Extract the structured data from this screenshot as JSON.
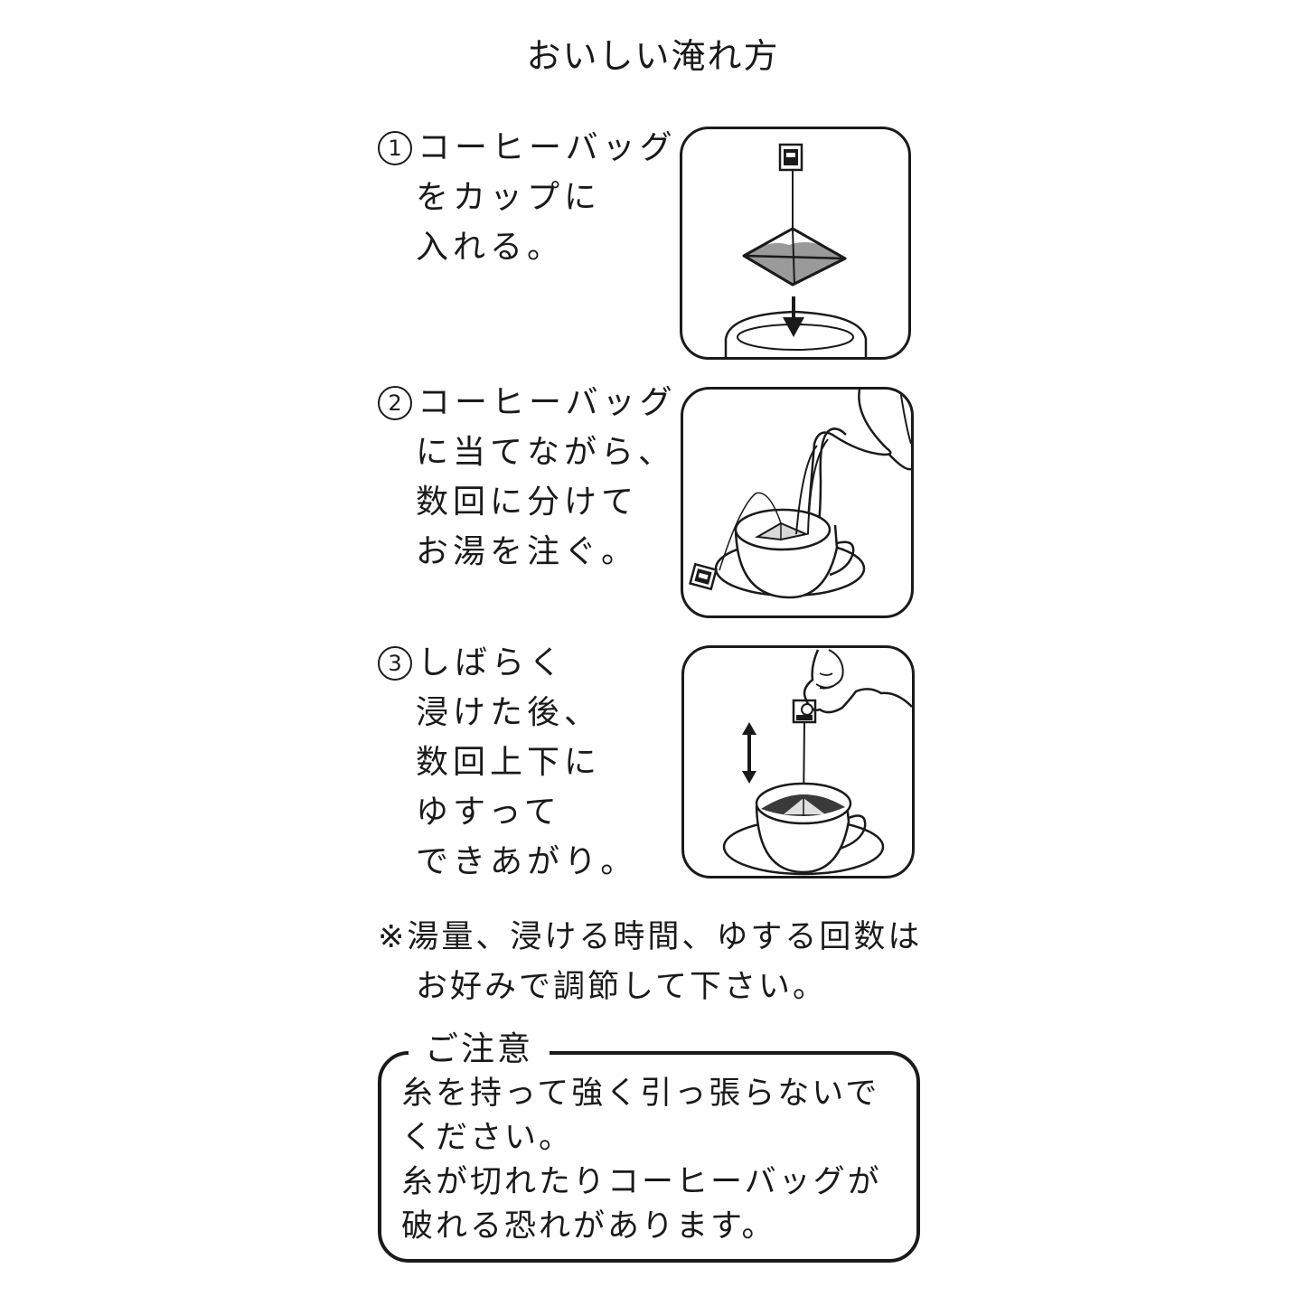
{
  "title": "おいしい淹れ方",
  "steps": [
    {
      "number": "1",
      "lines": [
        "コーヒーバッグ",
        "をカップに",
        "入れる。"
      ],
      "illustration": "drop-bag-into-cup"
    },
    {
      "number": "2",
      "lines": [
        "コーヒーバッグ",
        "に当てながら、",
        "数回に分けて",
        "お湯を注ぐ。"
      ],
      "illustration": "pour-hot-water"
    },
    {
      "number": "3",
      "lines": [
        "しばらく",
        "浸けた後、",
        "数回上下に",
        "ゆすって",
        "できあがり。"
      ],
      "illustration": "shake-bag-up-down"
    }
  ],
  "note": {
    "symbol": "※",
    "lines": [
      "湯量、浸ける時間、ゆする回数は",
      "お好みで調節して下さい。"
    ]
  },
  "caution": {
    "title": "ご注意",
    "lines": [
      "糸を持って強く引っ張らないで",
      "ください。",
      "糸が切れたりコーヒーバッグが",
      "破れる恐れがあります。"
    ]
  },
  "colors": {
    "ink": "#1a1a1a",
    "coffee_grounds": "#9a9a9a",
    "coffee_liquid": "#3a3a3a",
    "background": "#ffffff"
  }
}
